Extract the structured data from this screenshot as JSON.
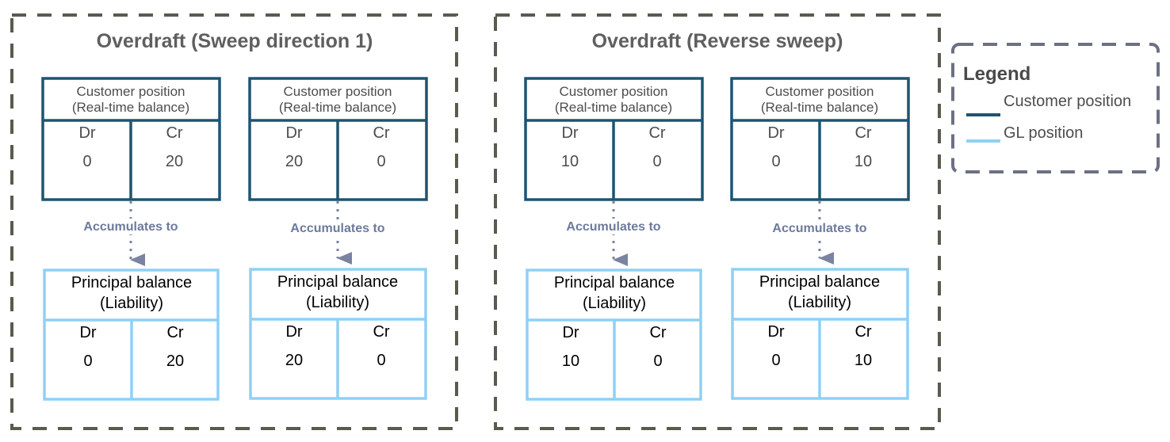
{
  "colors": {
    "customer": "#1e5470",
    "gl": "#8fd0f5",
    "dashed": "#5a5a4f",
    "legend_border": "#6b7086",
    "arrow": "#7a83a0"
  },
  "panels": [
    {
      "title": "Overdraft (Sweep direction 1)",
      "columns": [
        {
          "customer": {
            "title_line1": "Customer position",
            "title_line2": "(Real-time balance)",
            "dr_label": "Dr",
            "cr_label": "Cr",
            "dr_value": "0",
            "cr_value": "20"
          },
          "connector": "Accumulates to",
          "gl": {
            "title_line1": "Principal balance",
            "title_line2": "(Liability)",
            "dr_label": "Dr",
            "cr_label": "Cr",
            "dr_value": "0",
            "cr_value": "20"
          }
        },
        {
          "customer": {
            "title_line1": "Customer position",
            "title_line2": "(Real-time balance)",
            "dr_label": "Dr",
            "cr_label": "Cr",
            "dr_value": "20",
            "cr_value": "0"
          },
          "connector": "Accumulates to",
          "gl": {
            "title_line1": "Principal balance",
            "title_line2": "(Liability)",
            "dr_label": "Dr",
            "cr_label": "Cr",
            "dr_value": "20",
            "cr_value": "0"
          }
        }
      ]
    },
    {
      "title": "Overdraft (Reverse sweep)",
      "columns": [
        {
          "customer": {
            "title_line1": "Customer position",
            "title_line2": "(Real-time balance)",
            "dr_label": "Dr",
            "cr_label": "Cr",
            "dr_value": "10",
            "cr_value": "0"
          },
          "connector": "Accumulates to",
          "gl": {
            "title_line1": "Principal balance",
            "title_line2": "(Liability)",
            "dr_label": "Dr",
            "cr_label": "Cr",
            "dr_value": "10",
            "cr_value": "0"
          }
        },
        {
          "customer": {
            "title_line1": "Customer position",
            "title_line2": "(Real-time balance)",
            "dr_label": "Dr",
            "cr_label": "Cr",
            "dr_value": "0",
            "cr_value": "10"
          },
          "connector": "Accumulates to",
          "gl": {
            "title_line1": "Principal balance",
            "title_line2": "(Liability)",
            "dr_label": "Dr",
            "cr_label": "Cr",
            "dr_value": "0",
            "cr_value": "10"
          }
        }
      ]
    }
  ],
  "legend": {
    "title": "Legend",
    "items": [
      {
        "label": "Customer position",
        "color_key": "customer"
      },
      {
        "label": "GL position",
        "color_key": "gl"
      }
    ]
  }
}
